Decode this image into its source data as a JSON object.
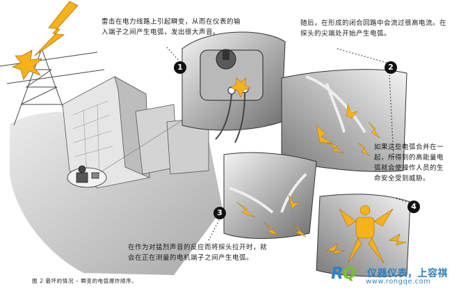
{
  "annotations": {
    "step1": "雷击在电力线路上引起瞬变，从而在仪表的输入端子之间产生电弧，发出很大声音。",
    "step2": "随后，在形成的闭合回路中会流过很高电流。在探头的尖端处开始产生电弧。",
    "step3": "如果这些电弧合并在一起，所得到的高能量电弧就会使操作人员的生命安全受到威胁。",
    "step4": "在作为对猛烈声音的反应而将探头拉开时，就会在正在测量的电机端子之间产生电弧。"
  },
  "badges": [
    "1",
    "2",
    "3",
    "4"
  ],
  "caption": "图 2 最坏的情况 – 瞬变的电弧爆炸顺序。",
  "watermark": {
    "logo_r": "R",
    "logo_q": "Q",
    "name": "仪器仪表，上容祺",
    "url": "www.rongqe.com"
  },
  "colors": {
    "arc_yellow": "#f5b21b",
    "arc_orange": "#e8901a",
    "ground_gray": "#c9c9c9",
    "watermark_blue": "#2b83c6",
    "watermark_green": "#7bbf2a"
  }
}
